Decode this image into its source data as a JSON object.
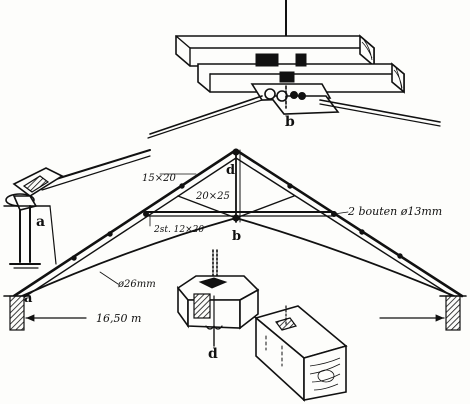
{
  "labels": {
    "node_a": "a",
    "node_b": "b",
    "node_d": "d",
    "detail_a": "a",
    "detail_b": "b",
    "detail_d": "d",
    "dim_rafter": "15×20",
    "dim_collar": "20×25",
    "dim_strut": "2st. 12×20",
    "bolts": "2 bouten ø13mm",
    "rod": "ø26mm",
    "span": "16,50 m"
  },
  "colors": {
    "ink": "#111111",
    "paper": "#fdfdfb"
  }
}
